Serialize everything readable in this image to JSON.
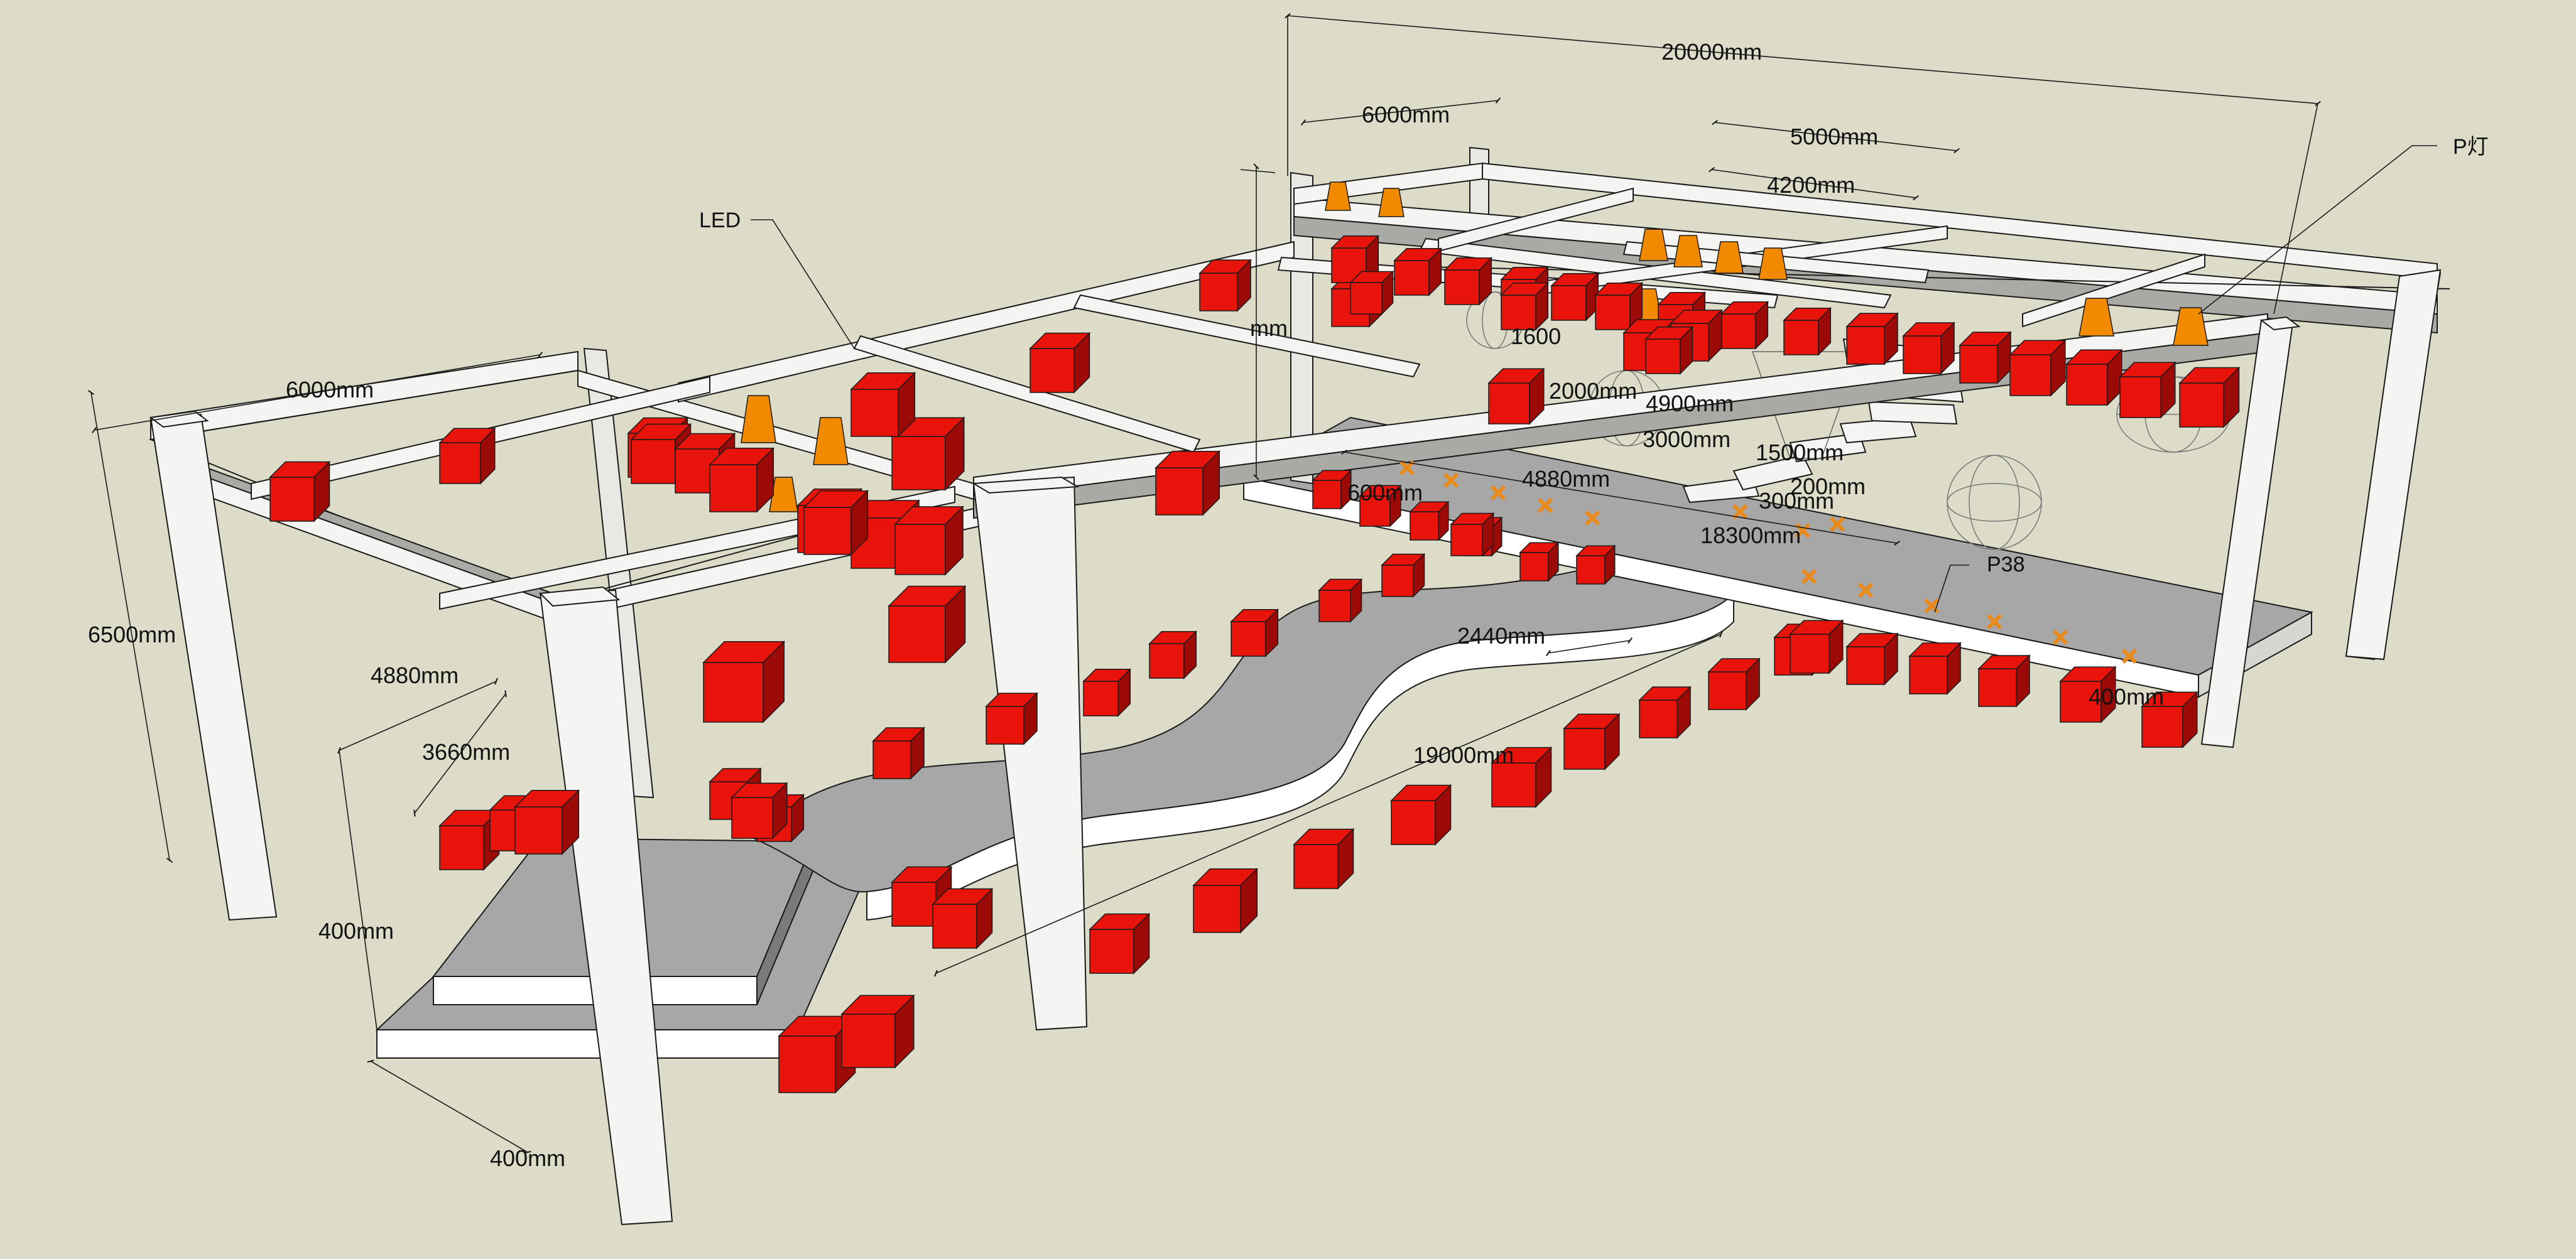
{
  "background": "#dcdcc8",
  "colors": {
    "frame_top": "#f4f4f2",
    "frame_side": "#d6d6d2",
    "frame_shadow": "#a9a9a5",
    "stage_top": "#a7a7a7",
    "stage_side": "#ffffff",
    "red_box": "#e8140c",
    "red_box_dark": "#9b0a06",
    "orange_light": "#f28a00",
    "cross_marker": "#e88a1c",
    "line": "#1a1a1a"
  },
  "dimensions": {
    "overall_width": "20000mm",
    "back_bay": "6000mm",
    "truss_span_a": "5000mm",
    "truss_span_b": "4200mm",
    "left_bay": "6000mm",
    "height": "6500mm",
    "left_depth_a": "4880mm",
    "left_depth_b": "3660mm",
    "step_h1": "400mm",
    "step_h2": "400mm",
    "catwalk_depth": "4880mm",
    "catwalk_gap": "600mm",
    "catwalk_length": "18300mm",
    "runway_width": "2440mm",
    "floor_length": "19000mm",
    "right_step": "400mm",
    "stair_h1": "1600",
    "stair_w": "2000mm",
    "stair_d": "4900mm",
    "stair_r": "3000mm",
    "stair_t": "1500mm",
    "stair_s1": "200mm",
    "stair_s2": "300mm",
    "partial_left": "mm"
  },
  "callouts": {
    "led": "LED",
    "p_light": "P灯",
    "p38": "P38"
  },
  "icons": {
    "red_box": "red-led-box-icon",
    "orange_lamp": "orange-par-lamp-icon",
    "cross": "floor-cross-light-icon",
    "sphere": "wire-sphere-light-icon"
  }
}
